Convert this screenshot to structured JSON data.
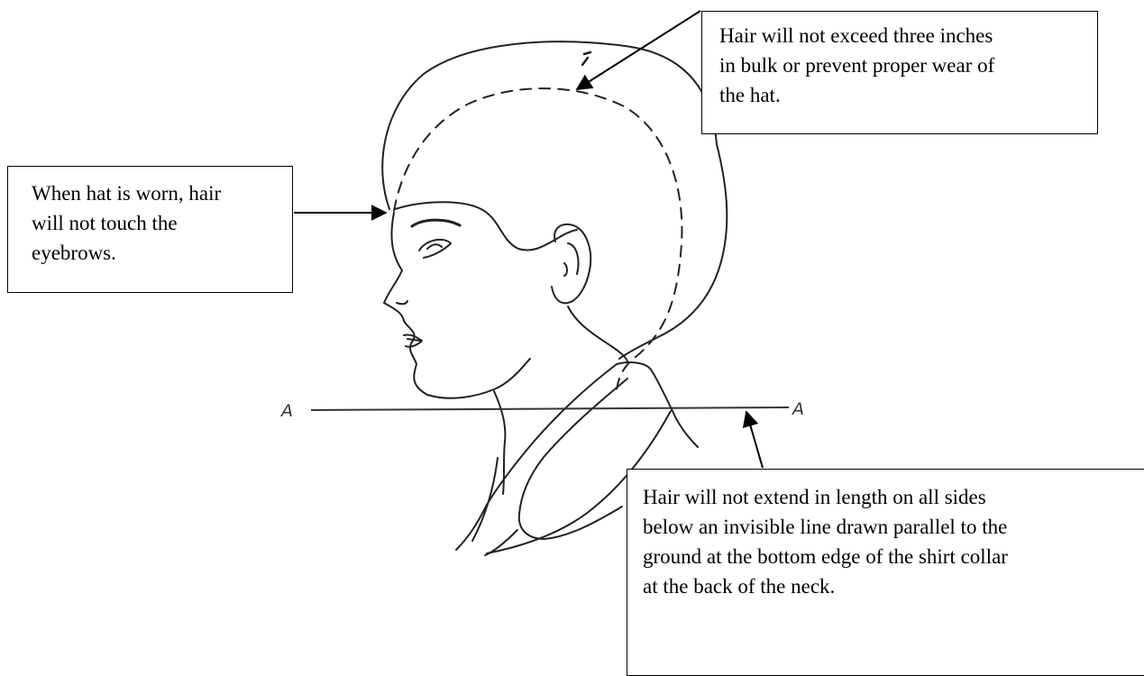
{
  "callouts": {
    "top": {
      "lines": [
        "Hair will not exceed three inches",
        "in bulk or prevent proper wear of",
        "the hat."
      ]
    },
    "left": {
      "lines": [
        "When hat is worn, hair",
        "will not touch the",
        "eyebrows."
      ]
    },
    "bottom": {
      "lines": [
        "Hair will not extend in length on all sides",
        "below an invisible line drawn parallel to the",
        "ground at the bottom edge of the shirt collar",
        "at the back of the neck."
      ]
    }
  },
  "line_labels": {
    "left": "A",
    "right": "A"
  }
}
